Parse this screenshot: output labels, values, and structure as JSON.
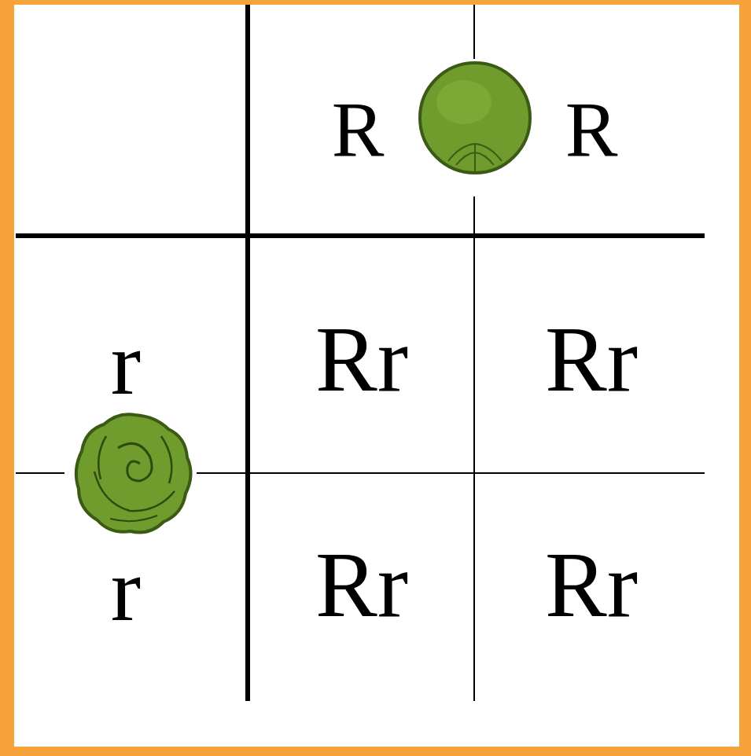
{
  "diagram": {
    "labels": [
      "R",
      "R",
      "r",
      "r",
      "Rr",
      "Rr",
      "Rr",
      "Rr"
    ]
  }
}
